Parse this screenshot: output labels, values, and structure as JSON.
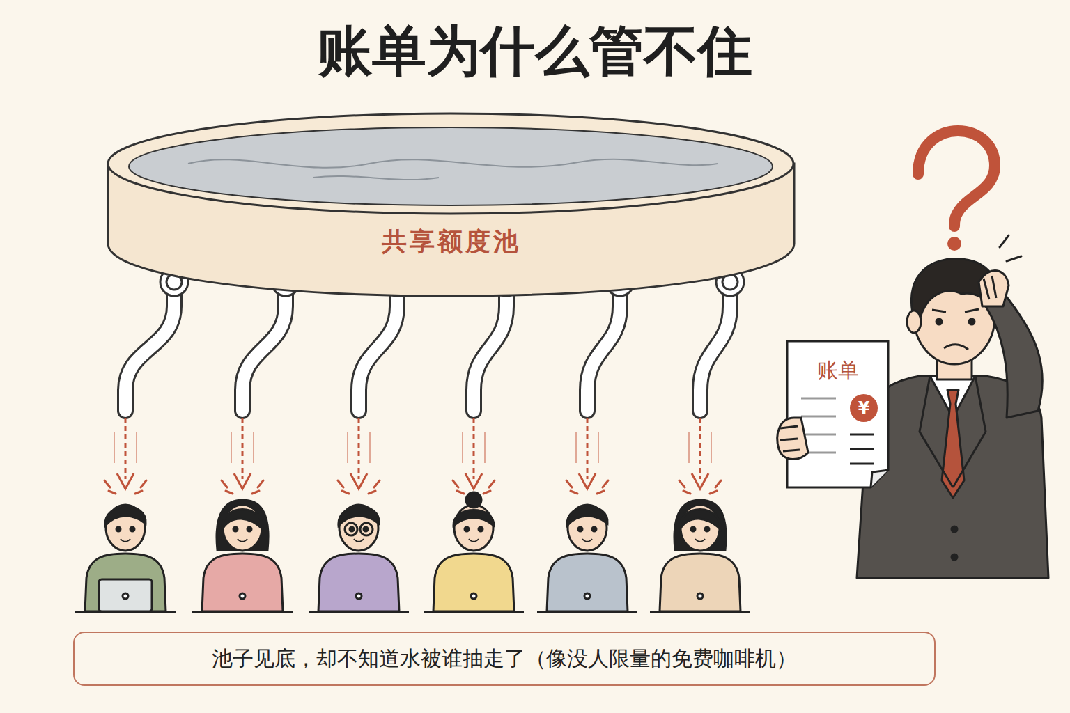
{
  "diagram": {
    "title": "账单为什么管不住",
    "caption": "池子见底，却不知道水被谁抽走了（像没人限量的免费咖啡机）",
    "nodes": [
      {
        "text": [
          "共享额度池"
        ]
      },
      {
        "text": [
          "账单"
        ]
      },
      {
        "text": [
          "¥"
        ],
        "in": 1
      }
    ]
  }
}
